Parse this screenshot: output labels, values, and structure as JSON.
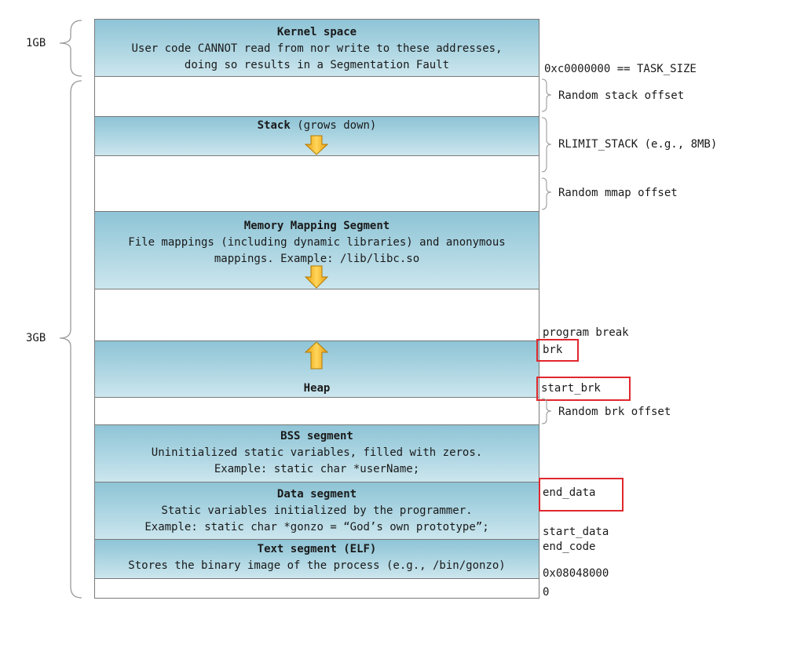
{
  "sizes": {
    "kernel_size": "1GB",
    "user_size": "3GB"
  },
  "segments": {
    "kernel": {
      "title": "Kernel space",
      "line1": "User code CANNOT read from nor write to these addresses,",
      "line2": "doing so results in a Segmentation Fault"
    },
    "stack": {
      "title": "Stack",
      "note": " (grows down)"
    },
    "mmap": {
      "title": "Memory Mapping Segment",
      "line1": "File mappings (including dynamic libraries) and anonymous",
      "line2": "mappings. Example: /lib/libc.so"
    },
    "heap": {
      "title": "Heap"
    },
    "bss": {
      "title": "BSS segment",
      "line1": "Uninitialized static variables, filled with zeros.",
      "line2": "Example: static char *userName;"
    },
    "data": {
      "title": "Data segment",
      "line1": "Static variables initialized by the programmer.",
      "line2": "Example: static char *gonzo = “God’s own prototype”;"
    },
    "text": {
      "title": "Text segment (ELF)",
      "line1": "Stores the binary image of the process (e.g., /bin/gonzo)"
    }
  },
  "labels": {
    "task_size": "0xc0000000 == TASK_SIZE",
    "random_stack": "Random stack offset",
    "rlimit_stack": "RLIMIT_STACK (e.g., 8MB)",
    "random_mmap": "Random mmap offset",
    "program_break": "program break",
    "brk": "brk",
    "start_brk": "start_brk",
    "random_brk": "Random brk offset",
    "end_data": "end_data",
    "start_data": "start_data",
    "end_code": "end_code",
    "text_addr": "0x08048000",
    "zero": "0"
  },
  "colors": {
    "segment_fill": "#a8d4e2",
    "arrow_fill": "#f5b81e",
    "highlight_box": "#e0282e",
    "border": "#7a7a7a"
  }
}
